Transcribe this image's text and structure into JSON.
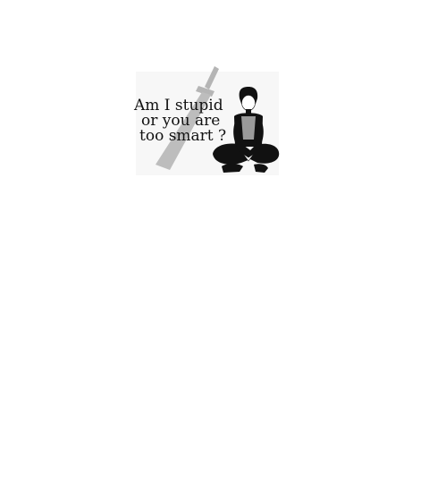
{
  "caption": {
    "line1": "Am I stupid",
    "line2": "or you are",
    "line3": "too smart ?"
  },
  "icons": [
    "sword-icon",
    "sitting-person-icon"
  ],
  "colors": {
    "background": "#ffffff",
    "sword": "#b5b5b5",
    "figure": "#111111",
    "text": "#111111"
  }
}
